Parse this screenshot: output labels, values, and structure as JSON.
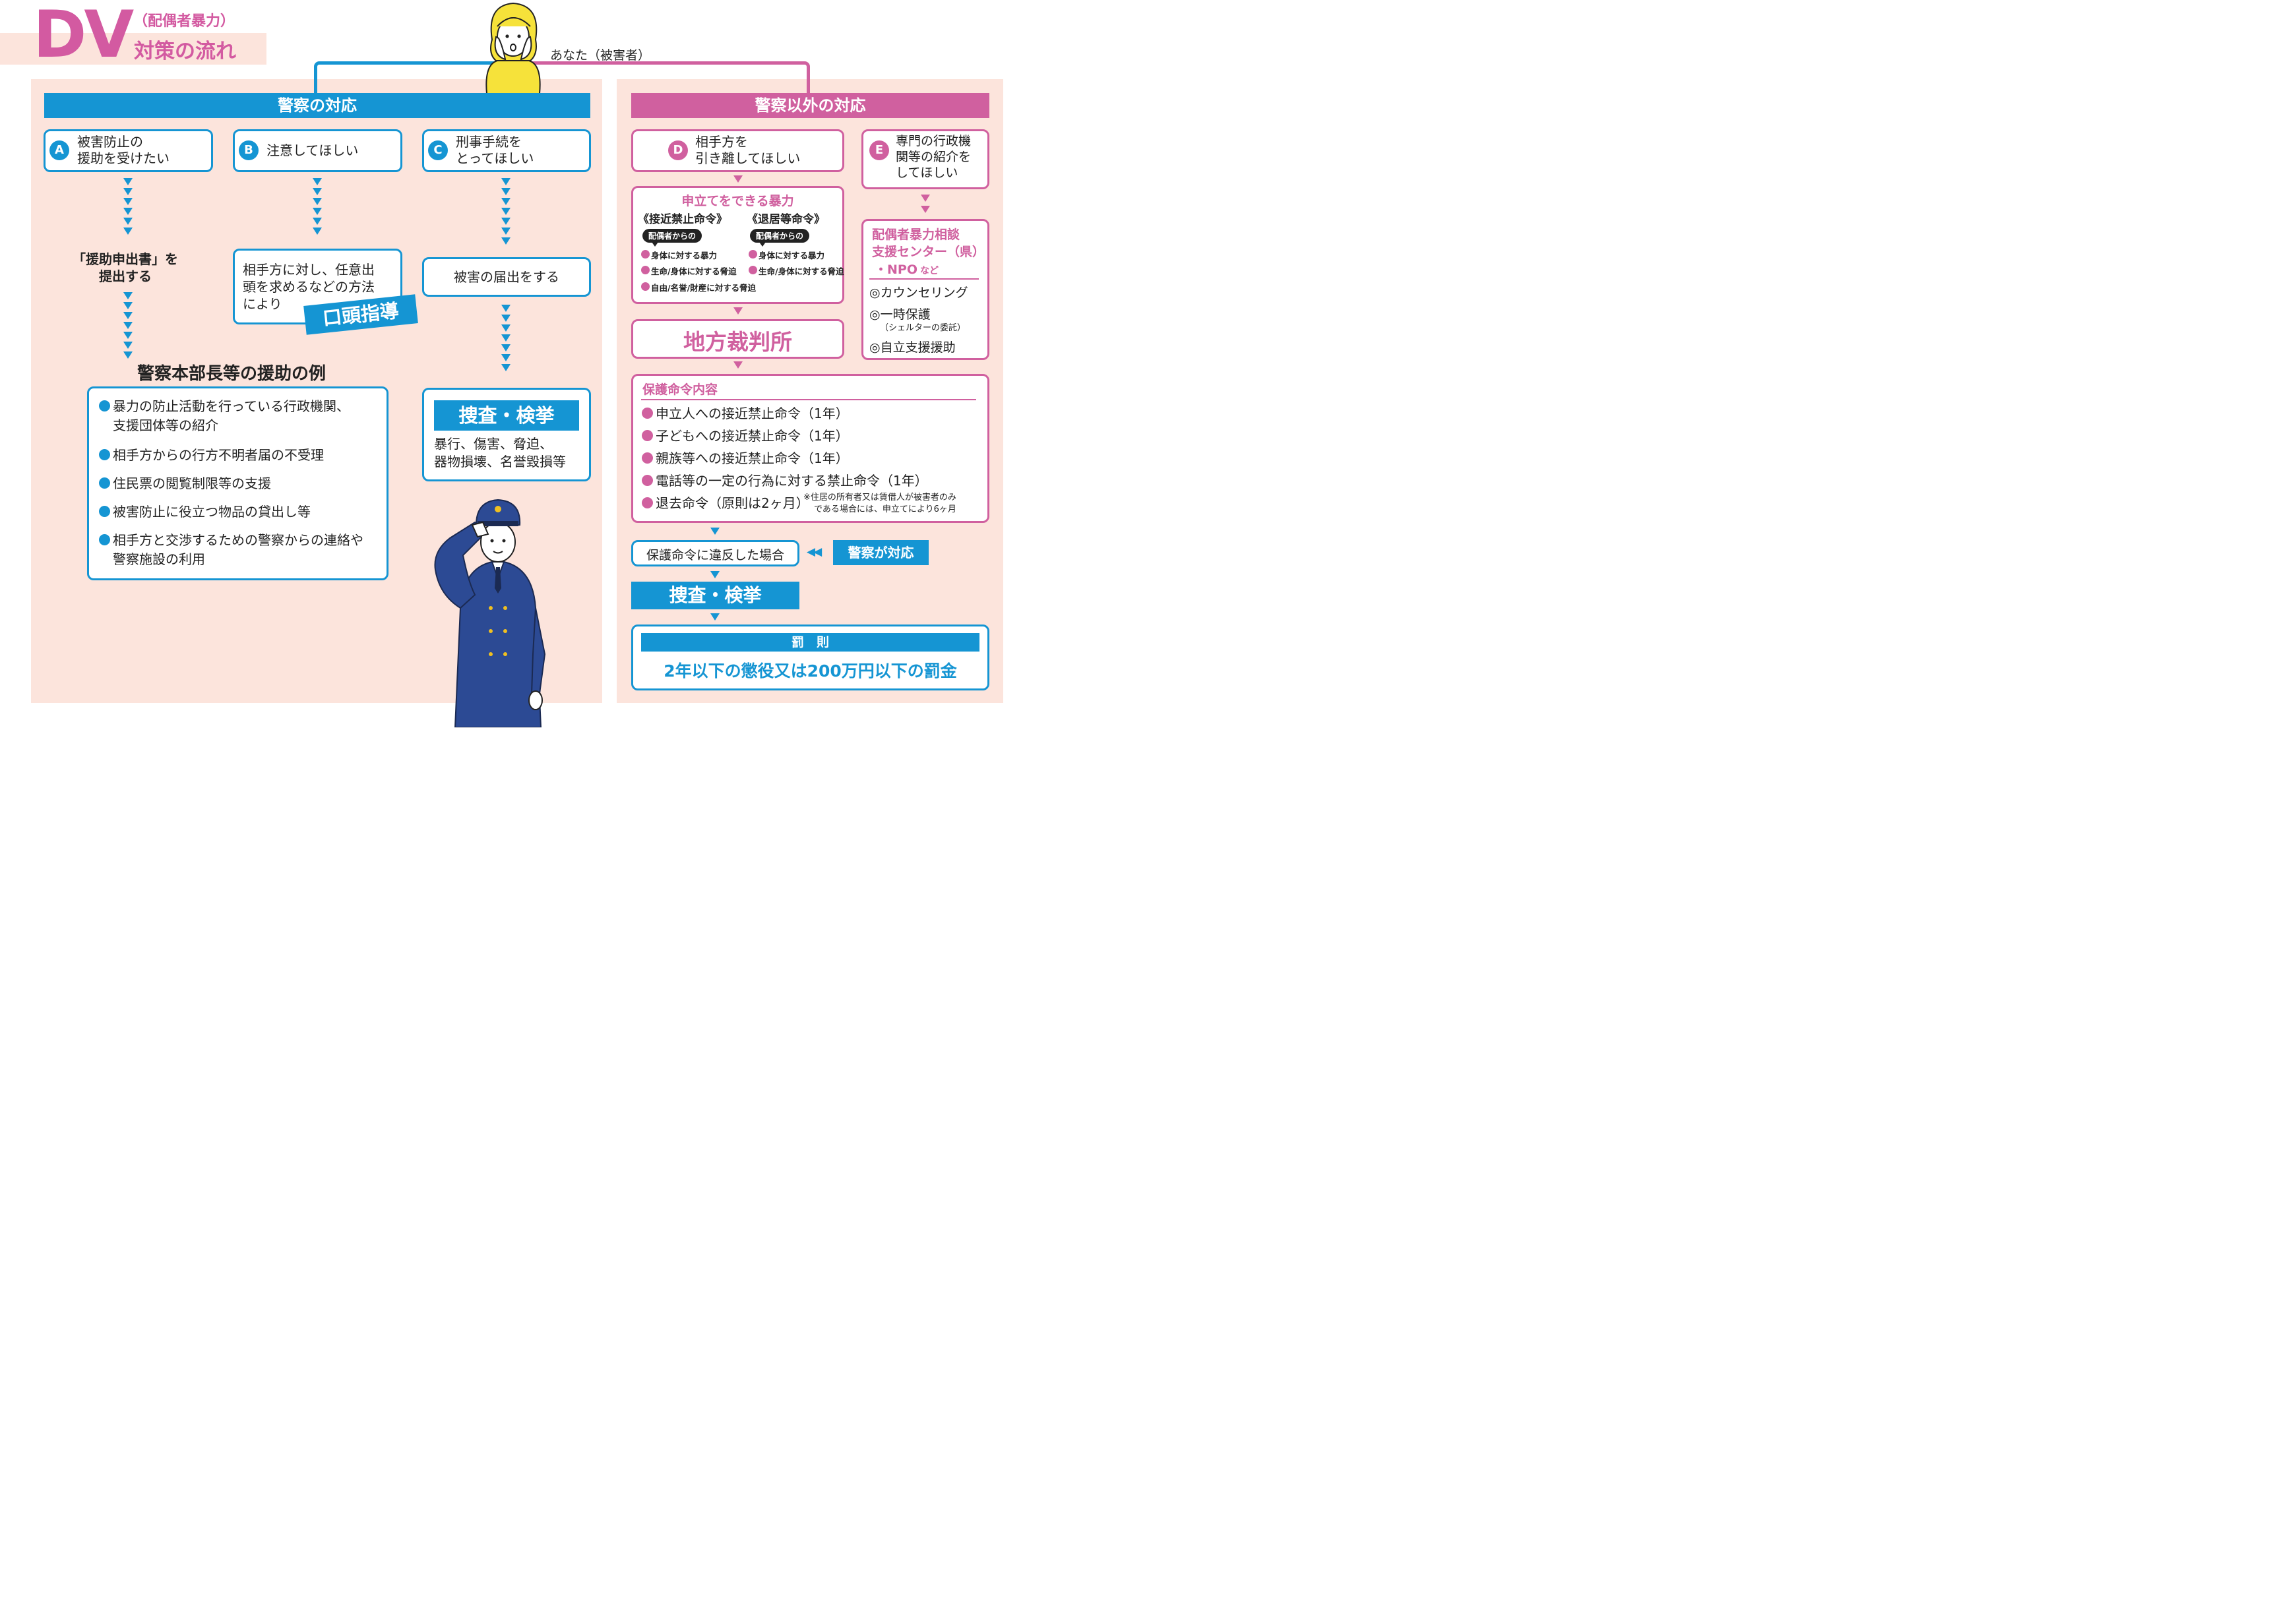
{
  "header": {
    "title_big": "DV",
    "title_sub1": "（配偶者暴力）",
    "title_sub2": "対策の流れ",
    "victim_label": "あなた（被害者）"
  },
  "police": {
    "heading": "警察の対応",
    "a": {
      "badge": "A",
      "text": "被害防止の\n援助を受けたい"
    },
    "b": {
      "badge": "B",
      "text": "注意してほしい"
    },
    "c": {
      "badge": "C",
      "text": "刑事手続を\nとってほしい"
    },
    "a_step": "「援助申出書」を\n提出する",
    "b_step": "相手方に対し、任意出\n頭を求めるなどの方法\nにより",
    "b_stamp": "口頭指導",
    "c_step": "被害の届出をする",
    "assist_heading": "警察本部長等の援助の例",
    "assist_items": [
      "暴力の防止活動を行っている行政機関、\n支援団体等の紹介",
      "相手方からの行方不明者届の不受理",
      "住民票の閲覧制限等の支援",
      "被害防止に役立つ物品の貸出し等",
      "相手方と交渉するための警察からの連絡や\n警察施設の利用"
    ],
    "investigate_title": "捜査・検挙",
    "investigate_text": "暴行、傷害、脅迫、\n器物損壊、名誉毀損等"
  },
  "other": {
    "heading": "警察以外の対応",
    "d": {
      "badge": "D",
      "text": "相手方を\n引き離してほしい"
    },
    "e": {
      "badge": "E",
      "text": "専門の行政機\n関等の紹介を\nしてほしい"
    },
    "violence_title": "申立てをできる暴力",
    "approach_title": "《接近禁止命令》",
    "residence_title": "《退居等命令》",
    "from_spouse": "配偶者からの",
    "approach_items": [
      "身体に対する暴力",
      "生命/身体に対する脅迫",
      "自由/名誉/財産に対する脅迫"
    ],
    "residence_items": [
      "身体に対する暴力",
      "生命/身体に対する脅迫"
    ],
    "court": "地方裁判所",
    "center_title": "配偶者暴力相談\n支援センター（県）",
    "center_npo": "・NPO",
    "center_npo_suffix": "など",
    "center_items": [
      "◎カウンセリング",
      "◎一時保護",
      "◎自立支援援助"
    ],
    "shelter_note": "（シェルターの委託）",
    "protect_title": "保護命令内容",
    "protect_items": [
      "申立人への接近禁止命令（1年）",
      "子どもへの接近禁止命令（1年）",
      "親族等への接近禁止命令（1年）",
      "電話等の一定の行為に対する禁止命令（1年）",
      "退去命令（原則は2ヶ月）"
    ],
    "protect_note": "※住居の所有者又は賃借人が被害者のみ\nである場合には、申立てにより6ヶ月",
    "violation": "保護命令に違反した場合",
    "police_respond": "警察が対応",
    "investigate_title": "捜査・検挙",
    "penalty_title": "罰　則",
    "penalty_text": "2年以下の懲役又は200万円以下の罰金"
  },
  "colors": {
    "blue": "#1595d3",
    "pink": "#d0609f",
    "bg": "#fce4dc",
    "title": "#d35aa1"
  }
}
